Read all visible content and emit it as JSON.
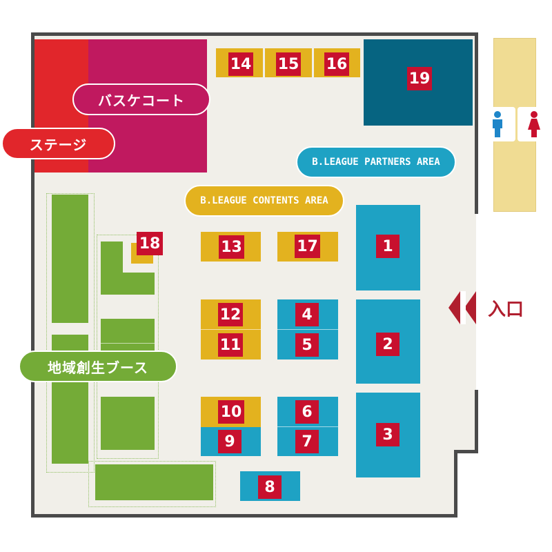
{
  "booths": {
    "b1": "1",
    "b2": "2",
    "b3": "3",
    "b4": "4",
    "b5": "5",
    "b6": "6",
    "b7": "7",
    "b8": "8",
    "b9": "9",
    "b10": "10",
    "b11": "11",
    "b12": "12",
    "b13": "13",
    "b14": "14",
    "b15": "15",
    "b16": "16",
    "b17": "17",
    "b18": "18",
    "b19": "19"
  },
  "labels": {
    "basketball_court": "バスケコート",
    "stage": "ステージ",
    "partners_area": "B.LEAGUE PARTNERS AREA",
    "contents_area": "B.LEAGUE CONTENTS AREA",
    "regional_booth": "地域創生ブース",
    "entrance": "入口"
  },
  "icons": {
    "restroom_male": "male-restroom-icon",
    "restroom_female": "female-restroom-icon",
    "entrance_arrow": "double-chevron-left-icon"
  },
  "colors": {
    "green_zone": "#74ab37",
    "contents_yellow": "#e3b21f",
    "partners_blue": "#1ea2c4",
    "booth19_navy": "#066481",
    "court_magenta": "#c0195f",
    "stage_red": "#e1262b",
    "number_red": "#c8102e",
    "wall": "#4a4a4a",
    "floor": "#f1efe9",
    "restroom_tan": "#f0dc93"
  }
}
